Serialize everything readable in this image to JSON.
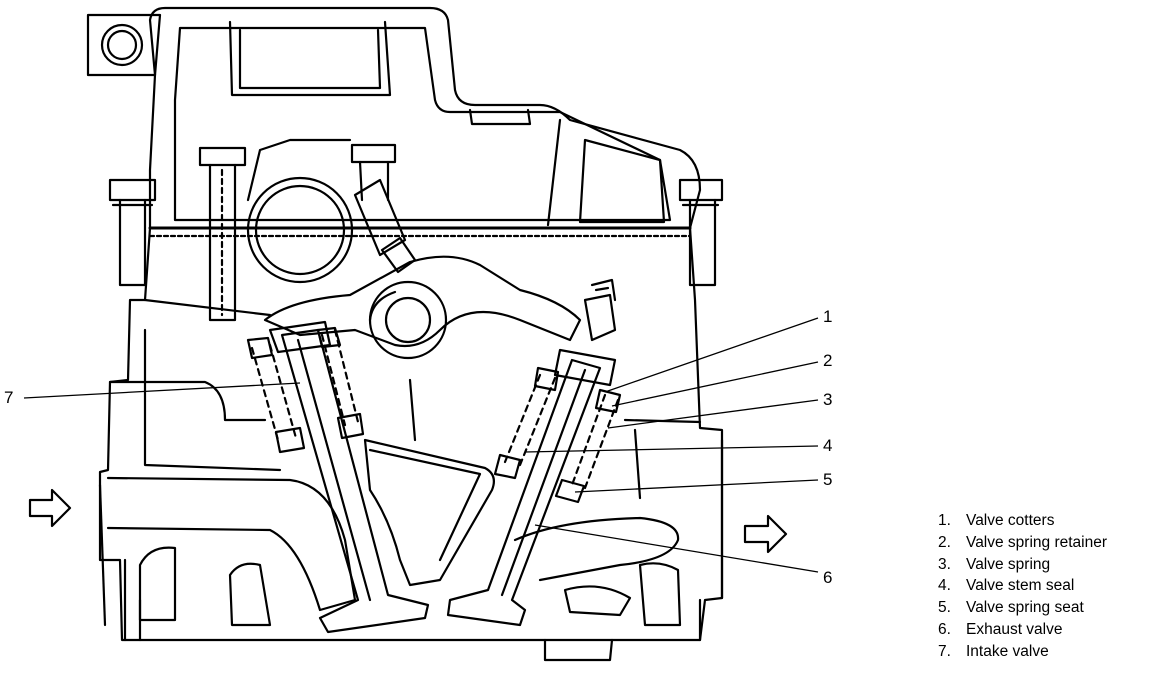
{
  "callouts": [
    {
      "id": "1",
      "label": "1"
    },
    {
      "id": "2",
      "label": "2"
    },
    {
      "id": "3",
      "label": "3"
    },
    {
      "id": "4",
      "label": "4"
    },
    {
      "id": "5",
      "label": "5"
    },
    {
      "id": "6",
      "label": "6"
    },
    {
      "id": "7",
      "label": "7"
    }
  ],
  "legend": [
    {
      "num": "1.",
      "text": "Valve cotters"
    },
    {
      "num": "2.",
      "text": "Valve spring retainer"
    },
    {
      "num": "3.",
      "text": "Valve spring"
    },
    {
      "num": "4.",
      "text": "Valve stem seal"
    },
    {
      "num": "5.",
      "text": "Valve spring seat"
    },
    {
      "num": "6.",
      "text": "Exhaust valve"
    },
    {
      "num": "7.",
      "text": "Intake valve"
    }
  ],
  "flow_arrows": [
    "intake-arrow",
    "exhaust-arrow"
  ]
}
